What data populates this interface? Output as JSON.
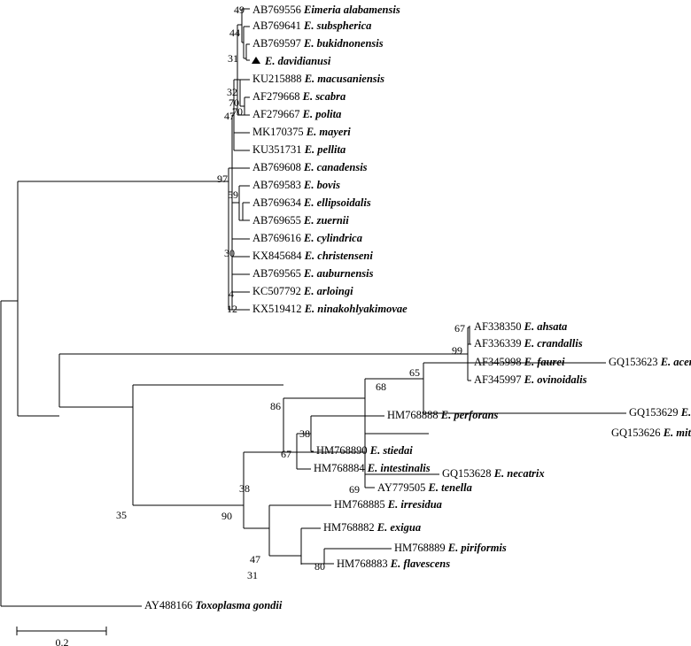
{
  "figure": {
    "scale_bar": {
      "label": "0.2",
      "value": 0.2
    },
    "marker_color": "#000000"
  },
  "taxa": [
    {
      "accession": "AB769556",
      "species": "Eimeria alabamensis"
    },
    {
      "accession": "AB769641",
      "species": "E. subspherica"
    },
    {
      "accession": "AB769597",
      "species": "E. bukidnonensis"
    },
    {
      "accession": "",
      "species": "E. davidianusi",
      "marker": "filled-triangle-icon"
    },
    {
      "accession": "KU215888",
      "species": "E. macusaniensis"
    },
    {
      "accession": "AF279668",
      "species": "E. scabra"
    },
    {
      "accession": "AF279667",
      "species": "E. polita"
    },
    {
      "accession": "MK170375",
      "species": "E. mayeri"
    },
    {
      "accession": "KU351731",
      "species": "E. pellita"
    },
    {
      "accession": "AB769608",
      "species": "E. canadensis"
    },
    {
      "accession": "AB769583",
      "species": "E. bovis"
    },
    {
      "accession": "AB769634",
      "species": "E. ellipsoidalis"
    },
    {
      "accession": "AB769655",
      "species": "E. zuernii"
    },
    {
      "accession": "AB769616",
      "species": "E. cylindrica"
    },
    {
      "accession": "KX845684",
      "species": "E. christenseni"
    },
    {
      "accession": "AB769565",
      "species": "E. auburnensis"
    },
    {
      "accession": "KC507792",
      "species": "E. arloingi"
    },
    {
      "accession": "KX519412",
      "species": "E. ninakohlyakimovae"
    },
    {
      "accession": "AF338350",
      "species": "E. ahsata"
    },
    {
      "accession": "AF336339",
      "species": "E. crandallis"
    },
    {
      "accession": "AF345998",
      "species": "E. faurei"
    },
    {
      "accession": "AF345997",
      "species": "E. ovinoidalis"
    },
    {
      "accession": "GQ153623",
      "species": "E. acervulina"
    },
    {
      "accession": "GQ153629",
      "species": "E. praecox"
    },
    {
      "accession": "GQ153626",
      "species": "E. mitis"
    },
    {
      "accession": "GQ153628",
      "species": "E. necatrix"
    },
    {
      "accession": "AY779505",
      "species": "E. tenella"
    },
    {
      "accession": "HM768888",
      "species": "E. perforans"
    },
    {
      "accession": "HM768890",
      "species": "E. stiedai"
    },
    {
      "accession": "HM768884",
      "species": "E. intestinalis"
    },
    {
      "accession": "HM768885",
      "species": "E. irresidua"
    },
    {
      "accession": "HM768882",
      "species": "E. exigua"
    },
    {
      "accession": "HM768889",
      "species": "E. piriformis"
    },
    {
      "accession": "HM768883",
      "species": "E. flavescens"
    },
    {
      "accession": "AY488166",
      "species": "Toxoplasma gondii"
    }
  ],
  "bootstrap_values": [
    "49",
    "44",
    "31",
    "32",
    "70",
    "47",
    "70",
    "97",
    "59",
    "30",
    "4",
    "12",
    "67",
    "99",
    "65",
    "68",
    "86",
    "69",
    "38",
    "67",
    "38",
    "90",
    "47",
    "31",
    "80",
    "35"
  ]
}
